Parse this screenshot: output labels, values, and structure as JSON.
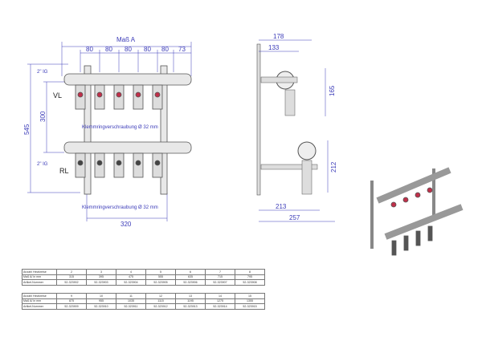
{
  "front_view": {
    "mass_a": "Maß A",
    "spacing": [
      "80",
      "80",
      "80",
      "80",
      "80",
      "73"
    ],
    "height_total": "545",
    "height_between": "300",
    "thread_top": "2\" IG",
    "thread_bottom": "2\" IG",
    "flow_label": "VL",
    "return_label": "RL",
    "fitting_top": "Klemmringverschraubung Ø 32 mm",
    "fitting_bottom": "Klemmringverschraubung Ø 32 mm",
    "bracket_width": "320"
  },
  "side_view": {
    "d178": "178",
    "d133": "133",
    "d165": "165",
    "d212": "212",
    "d213": "213",
    "d257": "257"
  },
  "tables": [
    {
      "rows": [
        {
          "label": "Anzahl Heizkreise",
          "values": [
            "2",
            "3",
            "4",
            "5",
            "6",
            "7",
            "8"
          ]
        },
        {
          "label": "Maß A/ in mm",
          "values": [
            "315",
            "395",
            "475",
            "555",
            "635",
            "715",
            "795"
          ]
        },
        {
          "label": "Artikel-Nummer",
          "values": [
            "52-323902",
            "52-323903",
            "52-323904",
            "52-323905",
            "52-323906",
            "52-323907",
            "52-323908"
          ]
        }
      ]
    },
    {
      "rows": [
        {
          "label": "Anzahl Heizkreise",
          "values": [
            "9",
            "10",
            "11",
            "12",
            "13",
            "14",
            "15"
          ]
        },
        {
          "label": "Maß A/ in mm",
          "values": [
            "875",
            "955",
            "1035",
            "1115",
            "1195",
            "1275",
            "1355"
          ]
        },
        {
          "label": "Artikel-Nummer",
          "values": [
            "52-323909",
            "52-323910",
            "52-323911",
            "52-323912",
            "52-323913",
            "52-323914",
            "52-323915"
          ]
        }
      ]
    }
  ]
}
